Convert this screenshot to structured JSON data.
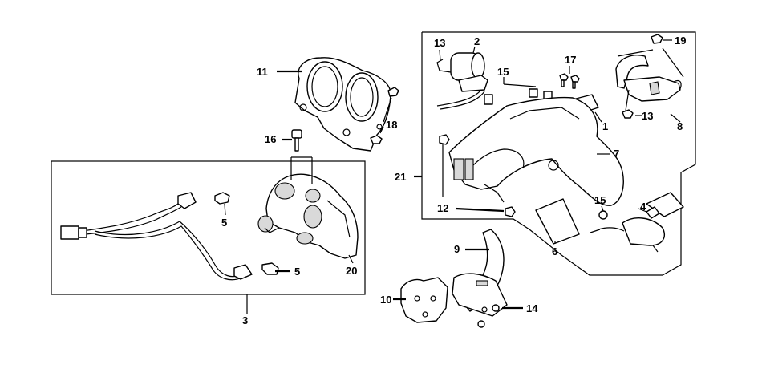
{
  "labels": {
    "l1": "1",
    "l2": "2",
    "l3": "3",
    "l4": "4",
    "l5a": "5",
    "l5b": "5",
    "l6": "6",
    "l7": "7",
    "l8": "8",
    "l9": "9",
    "l10": "10",
    "l11": "11",
    "l12": "12",
    "l13a": "13",
    "l13b": "13",
    "l14": "14",
    "l15a": "15",
    "l15b": "15",
    "l16": "16",
    "l17": "17",
    "l18": "18",
    "l19": "19",
    "l20": "20",
    "l21": "21"
  }
}
